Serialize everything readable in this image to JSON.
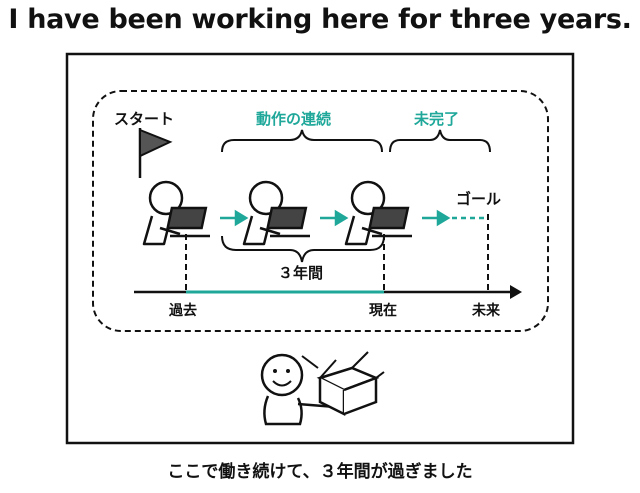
{
  "title": "I have been working here for three years.",
  "caption": "ここで働き続けて、３年間が過ぎました",
  "labels": {
    "start": "スタート",
    "continuous_action": "動作の連続",
    "incomplete": "未完了",
    "goal": "ゴール",
    "three_years": "３年間",
    "past": "過去",
    "present": "現在",
    "future": "未来"
  },
  "colors": {
    "accent": "#1fa89a",
    "ink": "#111111",
    "flag": "#555555"
  },
  "icons": [
    "flag-icon",
    "worker-with-laptop-icon",
    "arrow-right-icon",
    "person-holding-box-icon"
  ]
}
